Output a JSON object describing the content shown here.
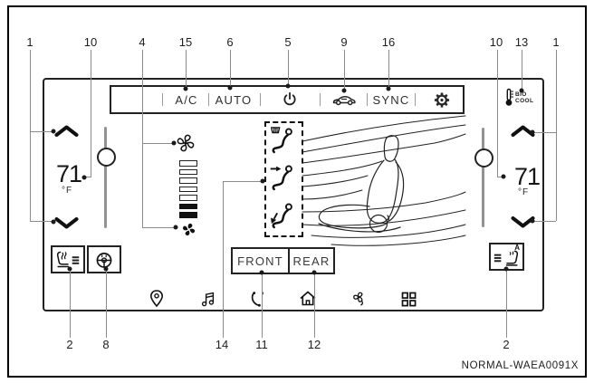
{
  "figure": {
    "code": "NORMAL-WAEA0091X"
  },
  "callouts": {
    "top": [
      "1",
      "10",
      "4",
      "15",
      "6",
      "5",
      "9",
      "16",
      "10",
      "13",
      "1"
    ],
    "bottom": [
      "2",
      "8",
      "14",
      "11",
      "12",
      "2"
    ]
  },
  "screen": {
    "toolbar": {
      "ac": "A/C",
      "auto": "AUTO",
      "sync": "SYNC",
      "icons": [
        "power-icon",
        "car-icon",
        "gear-icon"
      ]
    },
    "bio_cool": {
      "icon": "thermometer-icon",
      "line1": "BIO",
      "line2": "COOL"
    },
    "temperature_left": {
      "value": "71",
      "unit": "°F"
    },
    "temperature_right": {
      "value": "71",
      "unit": "°F"
    },
    "fan": {
      "icon": "fan-icon",
      "total_bars": 7,
      "filled_bars": 2
    },
    "vent_modes": [
      "air-to-face-defog-icon",
      "air-to-face-icon",
      "air-to-feet-icon"
    ],
    "defroster": {
      "front": "FRONT",
      "rear": "REAR"
    },
    "seat_left_button": {
      "icon": "heated-seat-icon"
    },
    "steering_button": {
      "icon": "heated-steering-wheel-icon"
    },
    "seat_right_button": {
      "icon": "climate-seat-icon",
      "auto_badge": "A"
    },
    "nav_icons": [
      "map-pin-icon",
      "music-notes-icon",
      "phone-icon",
      "home-icon",
      "fan-icon",
      "apps-grid-icon"
    ]
  }
}
